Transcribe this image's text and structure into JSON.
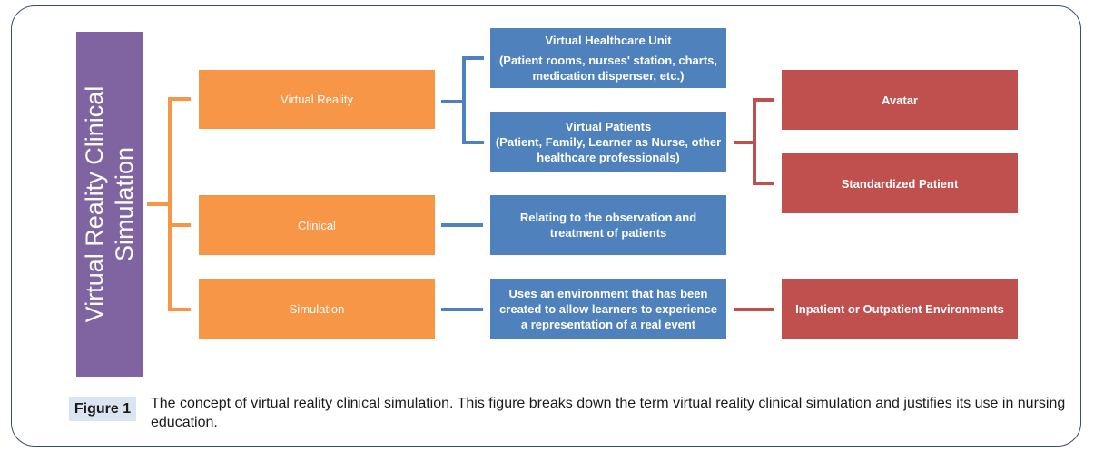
{
  "diagram": {
    "root": {
      "line1": "Virtual Reality Clinical",
      "line2": "Simulation"
    },
    "terms": [
      {
        "label": "Virtual Reality"
      },
      {
        "label": "Clinical"
      },
      {
        "label": "Simulation"
      }
    ],
    "details": {
      "vhu_title": "Virtual  Healthcare Unit",
      "vhu_desc1": "(Patient rooms, nurses' station, charts,",
      "vhu_desc2": "medication dispenser, etc.)",
      "vp_title": "Virtual Patients",
      "vp_desc1": "(Patient, Family, Learner as Nurse, other",
      "vp_desc2": "healthcare professionals)",
      "clinical1": "Relating to the observation and",
      "clinical2": "treatment of patients",
      "sim1": "Uses an environment that has been",
      "sim2": "created to allow learners to experience",
      "sim3": "a representation of a real event"
    },
    "outcomes": {
      "avatar": "Avatar",
      "standardized": "Standardized Patient",
      "environments": "Inpatient or Outpatient Environments"
    },
    "colors": {
      "root": "#8064a2",
      "terms": "#f79646",
      "details": "#4f81bd",
      "outcomes": "#c0504d",
      "border": "#3c4a78",
      "caption_tag_bg": "#dbe5f1"
    }
  },
  "caption": {
    "label": "Figure 1",
    "text": "The concept of virtual reality clinical simulation. This figure breaks down the term virtual reality clinical simulation and justifies its use in nursing education."
  }
}
